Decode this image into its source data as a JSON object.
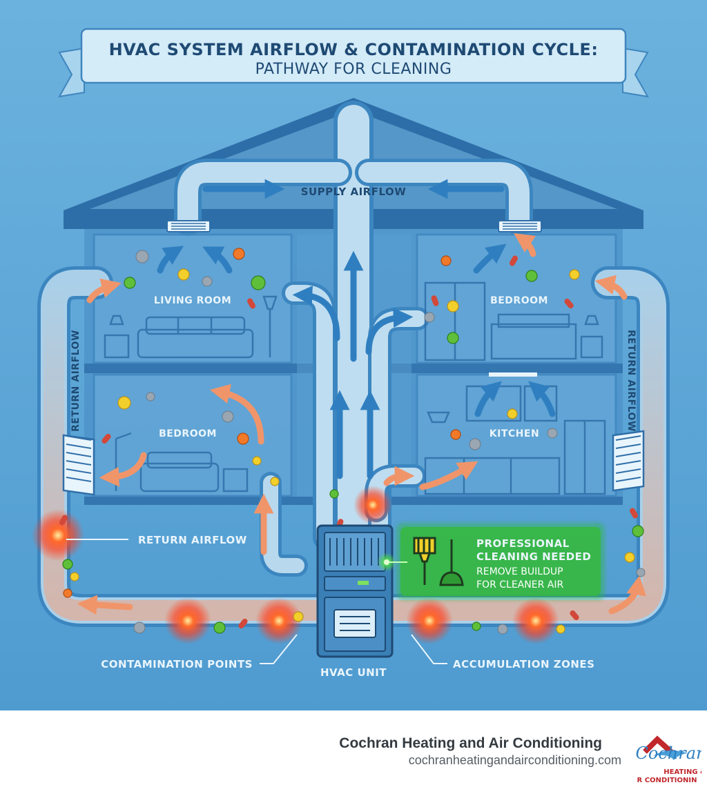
{
  "title": {
    "line1": "HVAC SYSTEM AIRFLOW & CONTAMINATION CYCLE:",
    "line2": "PATHWAY FOR CLEANING"
  },
  "labels": {
    "supply_airflow": "SUPPLY AIRFLOW",
    "return_airflow_left": "RETURN AIRFLOW",
    "return_airflow_right": "RETURN AIRFLOW",
    "return_airflow_callout": "RETURN AIRFLOW",
    "contamination_points": "CONTAMINATION POINTS",
    "hvac_unit": "HVAC UNIT",
    "accumulation_zones": "ACCUMULATION ZONES"
  },
  "rooms": {
    "living_room": "LIVING ROOM",
    "bedroom_upper": "BEDROOM",
    "bedroom_lower": "BEDROOM",
    "kitchen": "KITCHEN"
  },
  "callout": {
    "line1": "PROFESSIONAL",
    "line2": "CLEANING NEEDED",
    "line3": "REMOVE BUILDUP",
    "line4": "FOR CLEANER AIR"
  },
  "footer": {
    "company": "Cochran Heating and Air Conditioning",
    "website": "cochranheatingandairconditioning.com",
    "logo_script": "Cochran",
    "logo_line1": "HEATING &",
    "logo_line2": "R CONDITIONIN"
  },
  "colors": {
    "background": "#5ea8d8",
    "duct": "#d6ecf8",
    "supply_arrow": "#2f7fc0",
    "return_arrow": "#f0956a",
    "hotspot": "#ff4a1e",
    "callout_green": "#2fb83a",
    "logo_red": "#c0282c"
  },
  "icons": {
    "dust": "dust-icon",
    "germ": "germ-icon",
    "brush": "brush-icon",
    "vacuum": "vacuum-icon"
  }
}
